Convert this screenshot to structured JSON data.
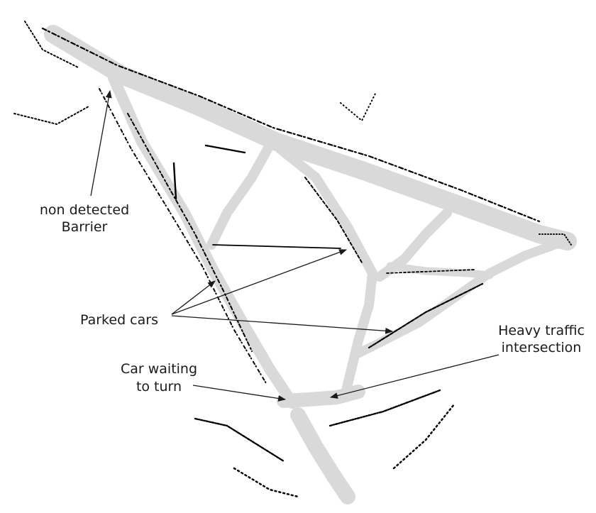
{
  "figure": {
    "colors": {
      "road": "#d9d9d9",
      "obstacle": "#000000",
      "annotation": "#1a1a1a",
      "background": "#ffffff"
    },
    "annotations": {
      "barrier_line1": "non detected",
      "barrier_line2": "Barrier",
      "parked_cars": "Parked cars",
      "traffic_line1": "Heavy traffic",
      "traffic_line2": "intersection",
      "car_line1": "Car waiting",
      "car_line2": "to turn"
    }
  }
}
